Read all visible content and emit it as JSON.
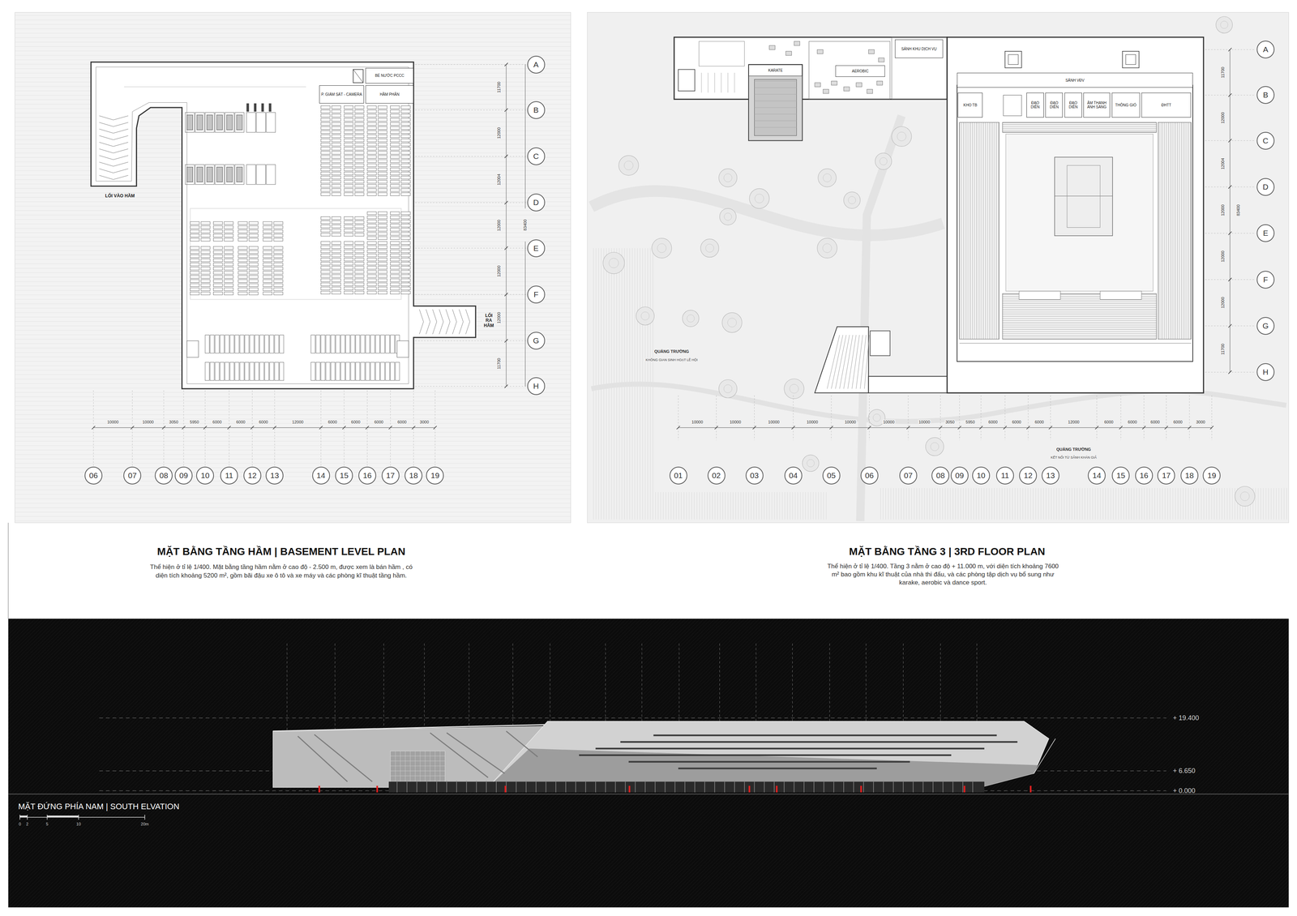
{
  "diagram": {
    "nodes": [
      {
        "text": [
          "BỂ NƯỚC PCCC"
        ]
      },
      {
        "text": [
          "P. GIÁM SÁT - CAMERA"
        ]
      },
      {
        "text": [
          "HẦM PHÂN"
        ]
      },
      {
        "text": [
          "A"
        ]
      },
      {
        "text": [
          "B"
        ]
      },
      {
        "text": [
          "C"
        ]
      },
      {
        "text": [
          "D"
        ]
      },
      {
        "text": [
          "E"
        ]
      },
      {
        "text": [
          "F"
        ]
      },
      {
        "text": [
          "G"
        ]
      },
      {
        "text": [
          "H"
        ]
      },
      {
        "text": [
          "06"
        ]
      },
      {
        "text": [
          "07"
        ]
      },
      {
        "text": [
          "08"
        ]
      },
      {
        "text": [
          "09"
        ]
      },
      {
        "text": [
          "10"
        ]
      },
      {
        "text": [
          "11"
        ]
      },
      {
        "text": [
          "12"
        ]
      },
      {
        "text": [
          "13"
        ]
      },
      {
        "text": [
          "14"
        ]
      },
      {
        "text": [
          "15"
        ]
      },
      {
        "text": [
          "16"
        ]
      },
      {
        "text": [
          "17"
        ]
      },
      {
        "text": [
          "18"
        ]
      },
      {
        "text": [
          "19"
        ]
      },
      {
        "text": [
          "KARATE"
        ]
      },
      {
        "text": [
          "AEROBIC"
        ]
      },
      {
        "text": [
          "SẢNH KHU DỊCH VỤ"
        ]
      },
      {
        "text": [
          "SẢNH VĐV"
        ]
      },
      {
        "text": [
          "KHO TB"
        ]
      },
      {
        "text": [
          "ĐẠO DIỄN"
        ]
      },
      {
        "text": [
          "ĐẠO DIỄN"
        ]
      },
      {
        "text": [
          "ĐẠO DIỄN"
        ]
      },
      {
        "text": [
          "ÂM THANH ÁNH SÁNG"
        ]
      },
      {
        "text": [
          "THÔNG GIÓ"
        ]
      },
      {
        "text": [
          "ĐHTT"
        ]
      },
      {
        "text": [
          "A"
        ]
      },
      {
        "text": [
          "B"
        ]
      },
      {
        "text": [
          "C"
        ]
      },
      {
        "text": [
          "D"
        ]
      },
      {
        "text": [
          "E"
        ]
      },
      {
        "text": [
          "F"
        ]
      },
      {
        "text": [
          "G"
        ]
      },
      {
        "text": [
          "H"
        ]
      },
      {
        "text": [
          "01"
        ]
      },
      {
        "text": [
          "02"
        ]
      },
      {
        "text": [
          "03"
        ]
      },
      {
        "text": [
          "04"
        ]
      },
      {
        "text": [
          "05"
        ]
      },
      {
        "text": [
          "06"
        ]
      },
      {
        "text": [
          "07"
        ]
      },
      {
        "text": [
          "08"
        ]
      },
      {
        "text": [
          "09"
        ]
      },
      {
        "text": [
          "10"
        ]
      },
      {
        "text": [
          "11"
        ]
      },
      {
        "text": [
          "12"
        ]
      },
      {
        "text": [
          "13"
        ]
      },
      {
        "text": [
          "14"
        ]
      },
      {
        "text": [
          "15"
        ]
      },
      {
        "text": [
          "16"
        ]
      },
      {
        "text": [
          "17"
        ]
      },
      {
        "text": [
          "18"
        ]
      },
      {
        "text": [
          "19"
        ]
      }
    ],
    "labels": [
      "LỐI VÀO HẦM",
      "LỐI RA HẦM",
      "11700",
      "12000",
      "12004",
      "12000",
      "12000",
      "12000",
      "11700",
      "83400",
      "10000",
      "10000",
      "3050",
      "5950",
      "6000",
      "6000",
      "6000",
      "12000",
      "6000",
      "6000",
      "6000",
      "6000",
      "3000",
      "QUẢNG TRƯỜNG",
      "KHÔNG GIAN SINH HOẠT LỄ HỘI",
      "QUẢNG TRƯỜNG",
      "KẾT NỐI TỪ SẢNH KHÁN GIẢ",
      "11700",
      "12000",
      "12004",
      "12000",
      "12000",
      "12000",
      "11700",
      "83400",
      "10000",
      "10000",
      "10000",
      "10000",
      "10000",
      "10000",
      "10000",
      "3050",
      "5950",
      "6000",
      "6000",
      "6000",
      "12000",
      "6000",
      "6000",
      "6000",
      "6000",
      "3000",
      "MẶT BẰNG TẦNG HẦM | BASEMENT LEVEL PLAN",
      "Thể hiện ở tỉ lệ 1/400. Mặt bằng tầng hầm nằm ở cao độ - 2.500 m, được xem là bán hầm , có diện tích khoảng 5200 m², gồm bãi đậu xe ô tô và xe máy và các phòng kĩ thuật tầng hầm.",
      "MẶT BẰNG TẦNG 3 | 3RD FLOOR PLAN",
      "Thể hiện ở tỉ lệ 1/400. Tầng 3 nằm ở cao độ + 11.000 m, với diện tích khoảng 7600 m² bao gồm khu kĩ thuật của nhà thi đấu, và các phòng tập dịch vụ bổ sung như karake, aerobic và dance sport.",
      "+ 19.400",
      "+ 6.650",
      "+ 0.000",
      "MẶT ĐỨNG PHÍA NAM | SOUTH ELVATION",
      "0",
      "2",
      "5",
      "10",
      "20m"
    ]
  }
}
